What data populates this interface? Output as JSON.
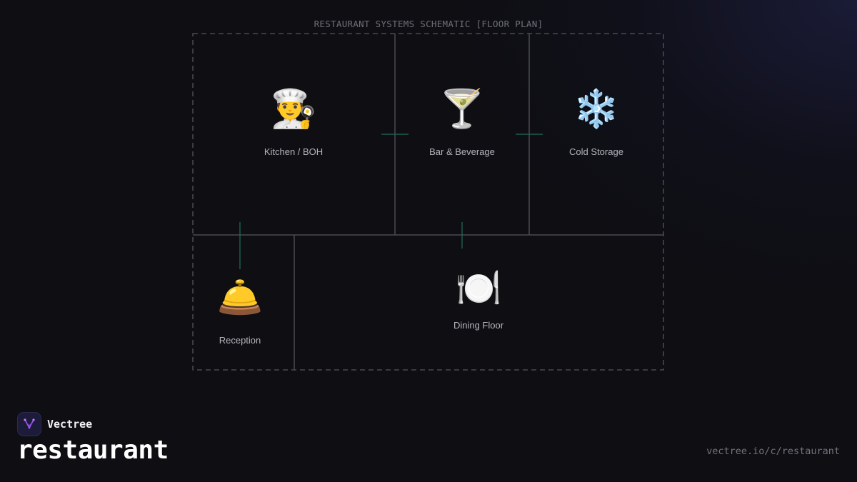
{
  "diagram": {
    "title": "RESTAURANT SYSTEMS SCHEMATIC [FLOOR PLAN]",
    "rooms": [
      {
        "id": "kitchen",
        "label": "Kitchen / BOH",
        "icon": "👨‍🍳",
        "icon_name": "chef-icon"
      },
      {
        "id": "bar",
        "label": "Bar & Beverage",
        "icon": "🍸",
        "icon_name": "cocktail-icon"
      },
      {
        "id": "cold-storage",
        "label": "Cold Storage",
        "icon": "❄️",
        "icon_name": "snowflake-icon"
      },
      {
        "id": "reception",
        "label": "Reception",
        "icon": "🛎️",
        "icon_name": "service-bell-icon"
      },
      {
        "id": "dining",
        "label": "Dining Floor",
        "icon": "🍽️",
        "icon_name": "plate-cutlery-icon"
      }
    ],
    "colors": {
      "wall": "#4a4a52",
      "outline_dashed": "#55555d",
      "connector": "#1f6e5c"
    }
  },
  "branding": {
    "logo_name": "Vectree",
    "word": "restaurant",
    "url": "vectree.io/c/restaurant"
  }
}
